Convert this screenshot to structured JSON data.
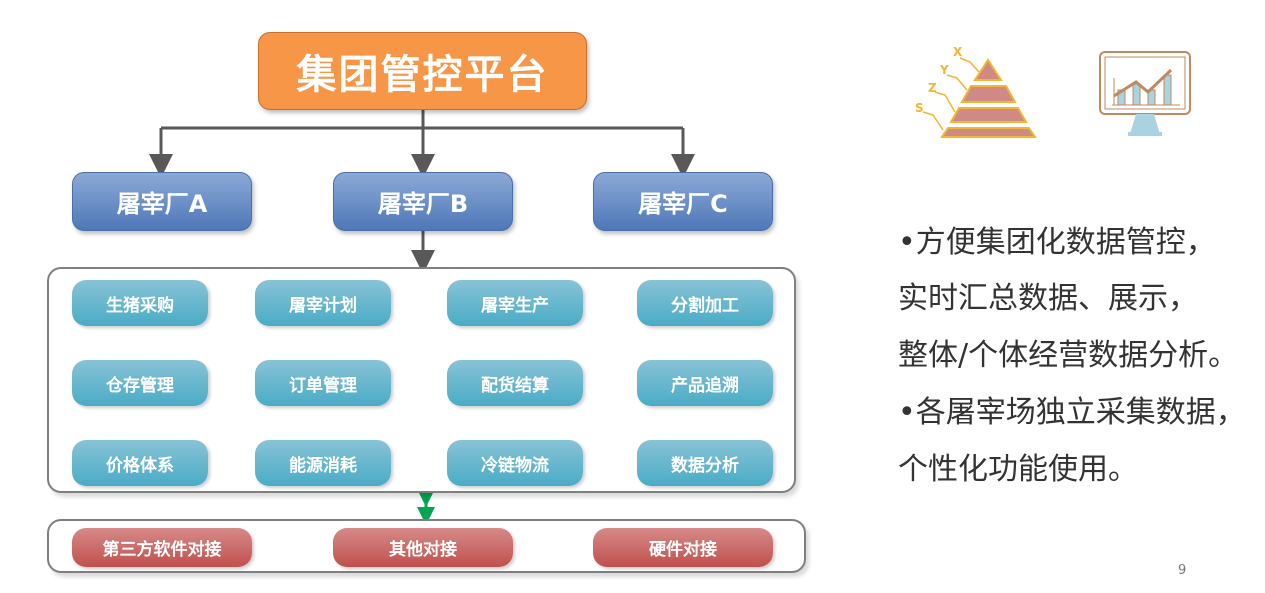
{
  "platform": "集团管控平台",
  "plants": [
    "屠宰厂A",
    "屠宰厂B",
    "屠宰厂C"
  ],
  "modules": [
    [
      "生猪采购",
      "屠宰计划",
      "屠宰生产",
      "分割加工"
    ],
    [
      "仓存管理",
      "订单管理",
      "配货结算",
      "产品追溯"
    ],
    [
      "价格体系",
      "能源消耗",
      "冷链物流",
      "数据分析"
    ]
  ],
  "integrations": [
    "第三方软件对接",
    "其他对接",
    "硬件对接"
  ],
  "notes": [
    "•方便集团化数据管控，",
    "实时汇总数据、展示，",
    "整体/个体经营数据分析。",
    "•各屠宰场独立采集数据，",
    "个性化功能使用。"
  ],
  "pyramid_labels": [
    "X",
    "Y",
    "Z",
    "S"
  ],
  "page_number": "9"
}
